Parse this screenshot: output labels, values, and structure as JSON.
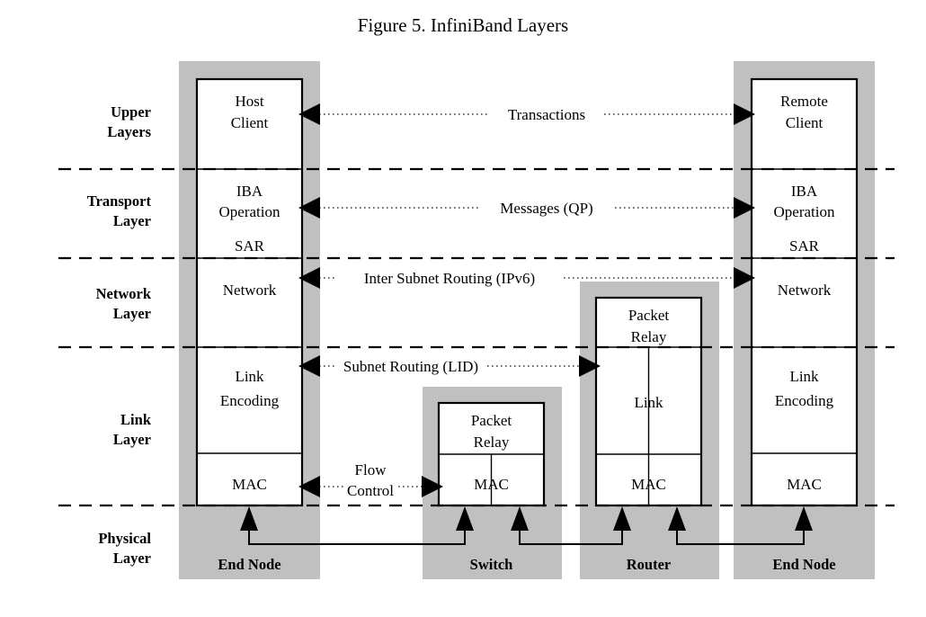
{
  "figure": {
    "title": "Figure 5. InfiniBand Layers"
  },
  "layers": [
    {
      "id": "upper",
      "line1": "Upper",
      "line2": "Layers"
    },
    {
      "id": "transport",
      "line1": "Transport",
      "line2": "Layer"
    },
    {
      "id": "network",
      "line1": "Network",
      "line2": "Layer"
    },
    {
      "id": "link",
      "line1": "Link",
      "line2": "Layer"
    },
    {
      "id": "physical",
      "line1": "Physical",
      "line2": "Layer"
    }
  ],
  "columns": {
    "host_end_node": {
      "node_label": "End Node",
      "cells": {
        "client_line1": "Host",
        "client_line2": "Client",
        "iba_line1": "IBA",
        "iba_line2": "Operation",
        "sar": "SAR",
        "network": "Network",
        "link_line1": "Link",
        "link_line2": "Encoding",
        "mac": "MAC"
      }
    },
    "switch": {
      "node_label": "Switch",
      "cells": {
        "relay_line1": "Packet",
        "relay_line2": "Relay",
        "mac": "MAC"
      }
    },
    "router": {
      "node_label": "Router",
      "cells": {
        "relay_line1": "Packet",
        "relay_line2": "Relay",
        "link": "Link",
        "mac": "MAC"
      }
    },
    "remote_end_node": {
      "node_label": "End Node",
      "cells": {
        "client_line1": "Remote",
        "client_line2": "Client",
        "iba_line1": "IBA",
        "iba_line2": "Operation",
        "sar": "SAR",
        "network": "Network",
        "link_line1": "Link",
        "link_line2": "Encoding",
        "mac": "MAC"
      }
    }
  },
  "flows": {
    "transactions": "Transactions",
    "messages": "Messages (QP)",
    "inter_subnet_routing": "Inter Subnet Routing (IPv6)",
    "subnet_routing": "Subnet Routing (LID)",
    "flow_control_line1": "Flow",
    "flow_control_line2": "Control"
  },
  "colors": {
    "band_gray": "#c0c0c0",
    "line_black": "#000000",
    "dotted_gray": "#555555",
    "background": "#ffffff"
  }
}
